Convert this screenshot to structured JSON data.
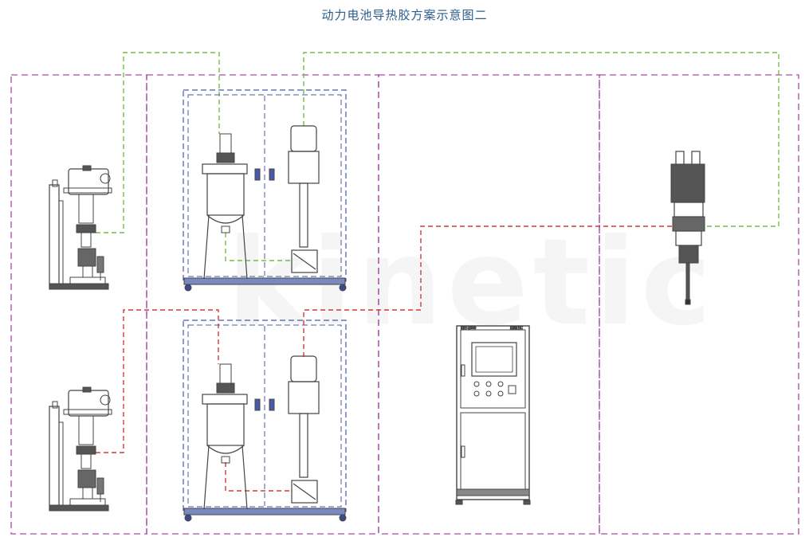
{
  "title": "动力电池导热胶方案示意图二",
  "watermark": "kinetic",
  "colors": {
    "title": "#2a5c8c",
    "zone_border": "#a64ca6",
    "frame_border": "#4a5aa8",
    "line_green": "#77bb44",
    "line_red": "#d23a3a",
    "equipment": "#444444",
    "watermark": "#e3e3e3"
  },
  "zones": [
    "drum-pump-zone",
    "mixing-tank-zone",
    "controller-zone",
    "robot-zone"
  ],
  "icons": [
    "drum-pump-icon",
    "mixing-tank-icon",
    "pressure-vessel-icon",
    "control-cabinet-icon",
    "dispensing-head-icon"
  ],
  "controller": {
    "panel_label_left": "KNT-2000",
    "panel_label_right": "KINETIC"
  }
}
